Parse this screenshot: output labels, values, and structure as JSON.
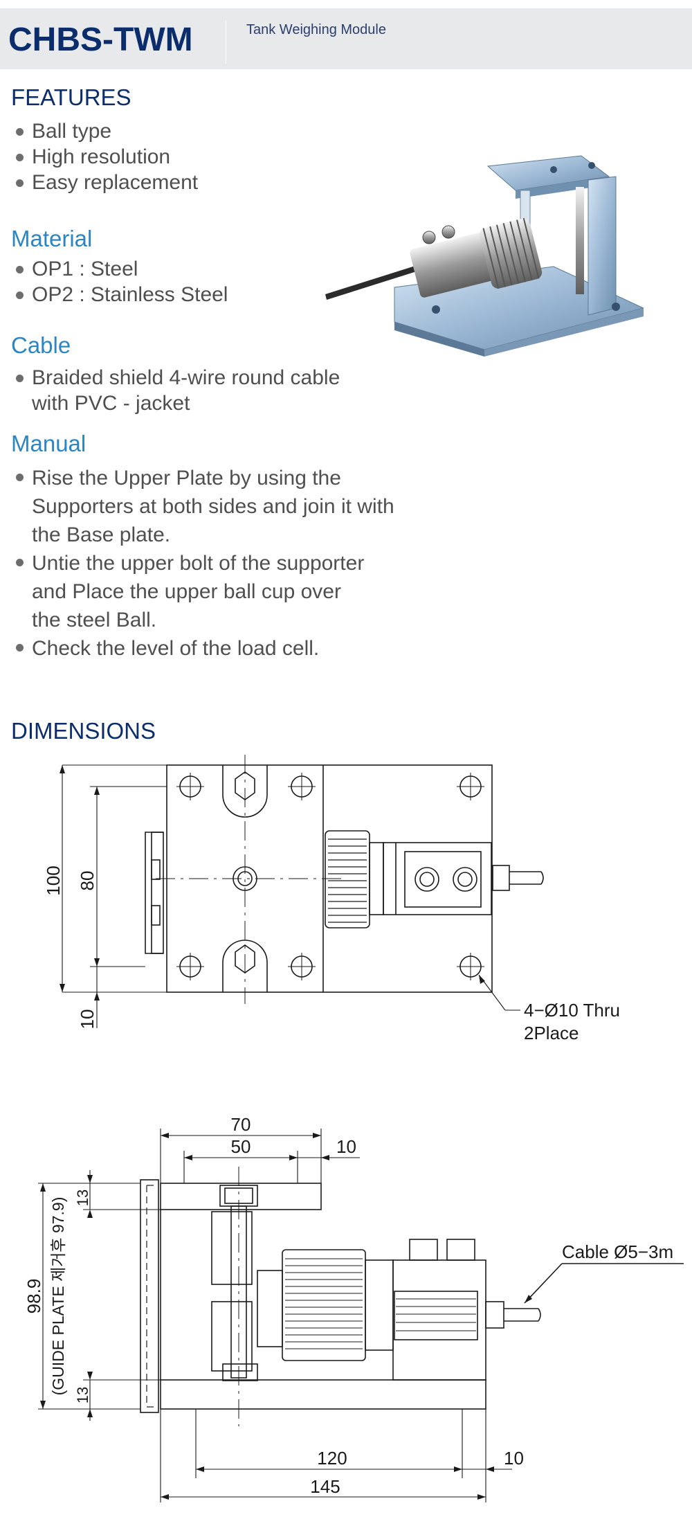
{
  "header": {
    "model": "CHBS-TWM",
    "subtitle": "Tank Weighing Module"
  },
  "features": {
    "title": "FEATURES",
    "items": [
      "Ball type",
      "High resolution",
      "Easy replacement"
    ]
  },
  "material": {
    "title": "Material",
    "items": [
      "OP1 : Steel",
      "OP2 : Stainless Steel"
    ]
  },
  "cable": {
    "title": "Cable",
    "line1": "Braided shield 4-wire round cable",
    "line2": "with PVC - jacket"
  },
  "manual": {
    "title": "Manual",
    "items": [
      [
        "Rise the Upper Plate by using the",
        "Supporters at both sides and join it with",
        "the Base plate."
      ],
      [
        "Untie the upper bolt of the supporter",
        "and Place the upper ball cup over",
        "the steel Ball."
      ],
      [
        "Check the level of the load cell."
      ]
    ]
  },
  "dimensions": {
    "title": "DIMENSIONS",
    "top_view": {
      "dim_width": "100",
      "dim_inner": "80",
      "dim_offset": "10",
      "hole_note_1": "4−Ø10 Thru",
      "hole_note_2": "2Place"
    },
    "side_view": {
      "dim_top_total": "70",
      "dim_top_inner": "50",
      "dim_top_offset": "10",
      "dim_plate_top": "13",
      "dim_plate_bottom": "13",
      "dim_height": "98.9",
      "dim_height_note": "(GUIDE PLATE 제거후 97.9)",
      "cable_note": "Cable Ø5−3m",
      "dim_bottom_inner": "120",
      "dim_bottom_offset": "10",
      "dim_bottom_total": "145"
    }
  },
  "colors": {
    "header_bg": "#e8e9ea",
    "navy": "#0b2d6b",
    "blue": "#2b86c3",
    "text": "#4f4f4f"
  }
}
